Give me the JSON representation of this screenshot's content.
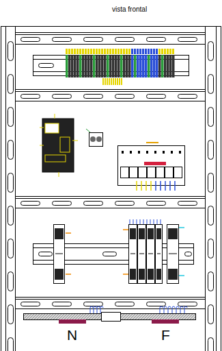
{
  "diagram": {
    "title": "vista frontal",
    "labels": [
      "N",
      "F"
    ]
  }
}
